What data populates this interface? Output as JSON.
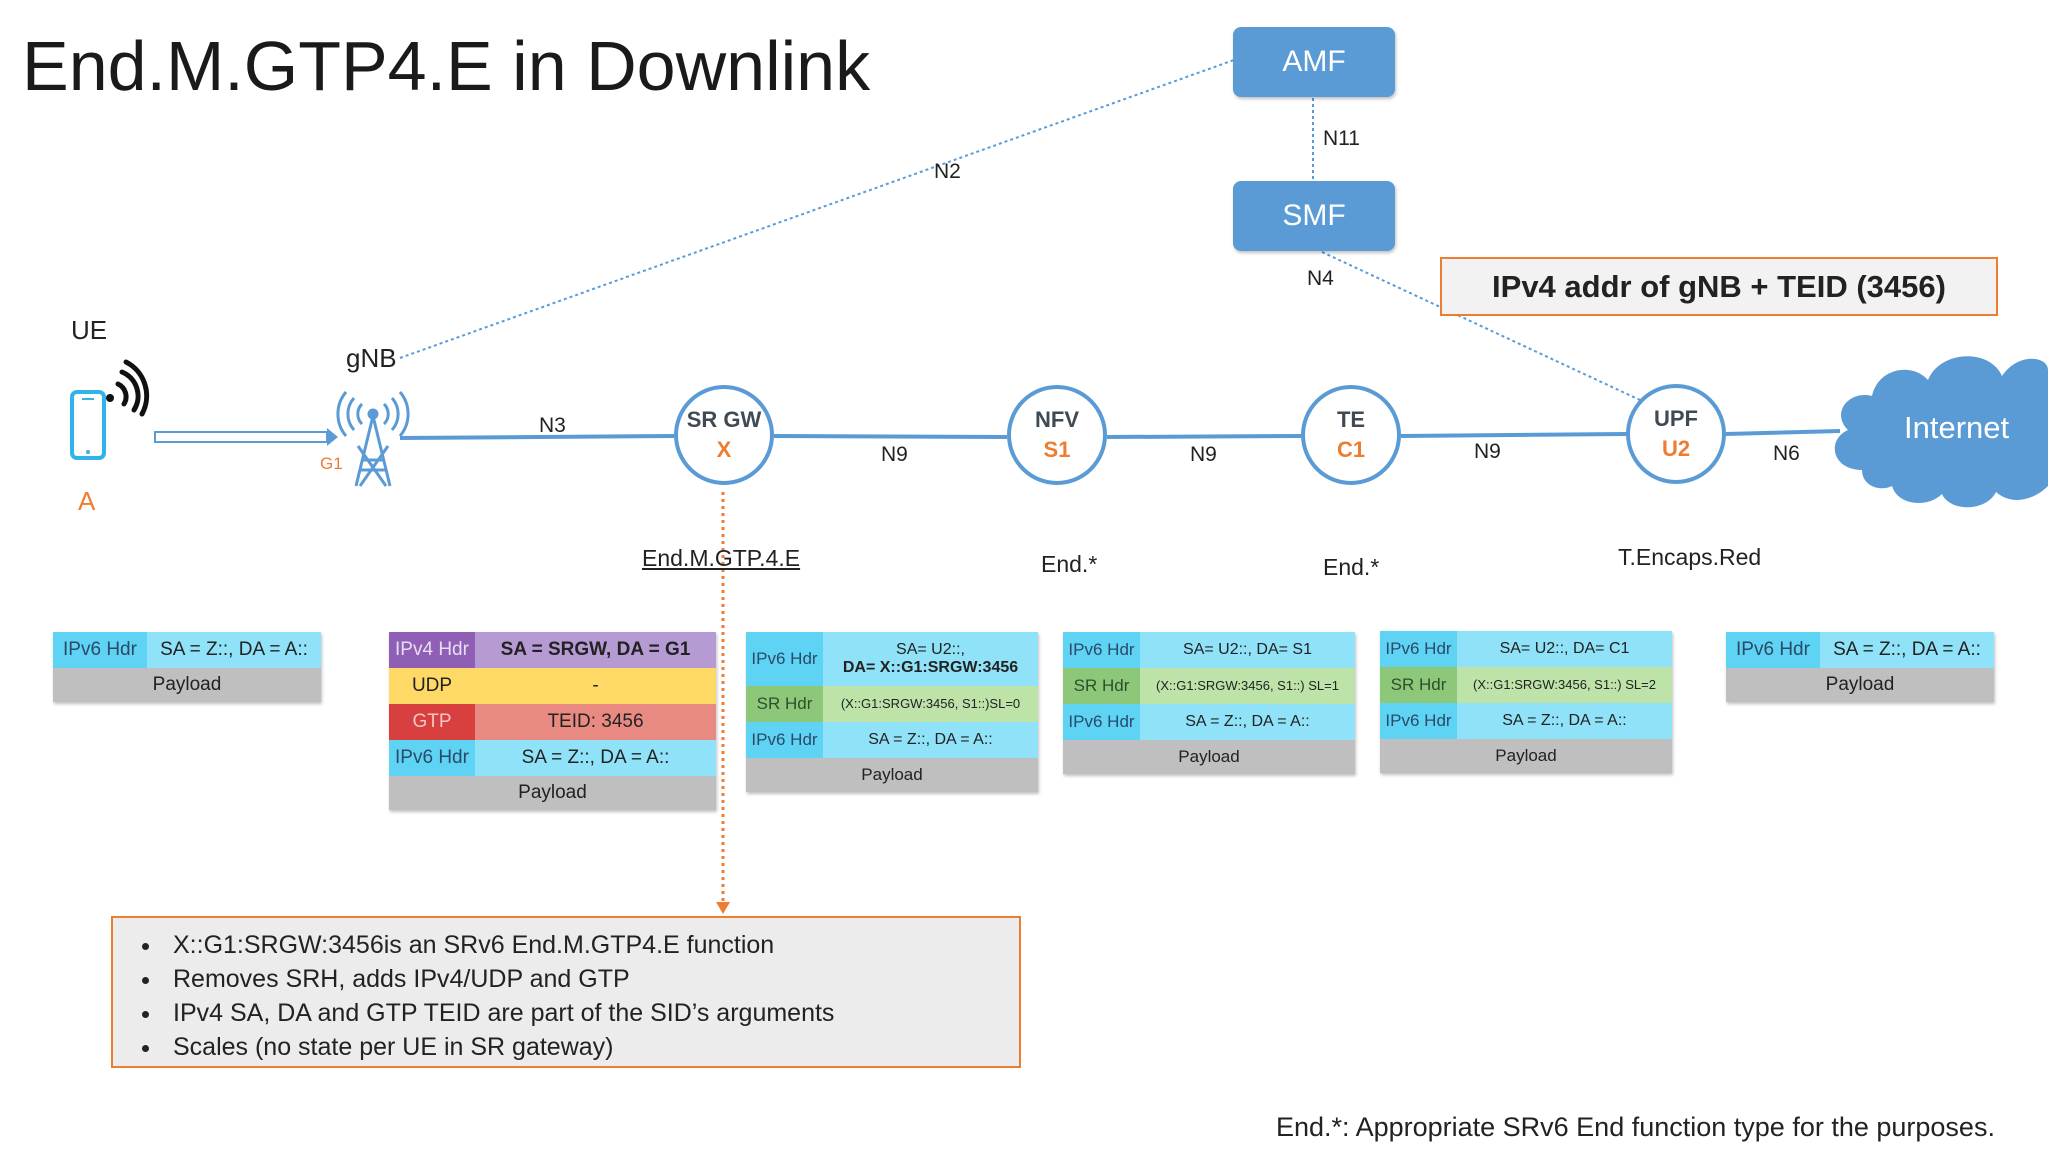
{
  "title": "End.M.GTP4.E in Downlink",
  "control": {
    "amf": "AMF",
    "smf": "SMF"
  },
  "labels": {
    "n2": "N2",
    "n11": "N11",
    "n4": "N4",
    "n3": "N3",
    "n9a": "N9",
    "n9b": "N9",
    "n9c": "N9",
    "n6": "N6"
  },
  "callout": "IPv4 addr of gNB + TEID (3456)",
  "ue": {
    "label": "UE",
    "sid": "A"
  },
  "gnb": {
    "label": "gNB",
    "sid": "G1"
  },
  "internet": "Internet",
  "nodes": {
    "srgw": {
      "name": "SR GW",
      "sid": "X",
      "function": "End.M.GTP.4.E"
    },
    "nfv": {
      "name": "NFV",
      "sid": "S1",
      "function": "End.*"
    },
    "te": {
      "name": "TE",
      "sid": "C1",
      "function": "End.*"
    },
    "upf": {
      "name": "UPF",
      "sid": "U2",
      "function": "T.Encaps.Red"
    }
  },
  "packets": {
    "p1": {
      "rows": [
        {
          "h": "IPv6 Hdr",
          "v": "SA = Z::, DA = A::"
        }
      ],
      "payload": "Payload"
    },
    "p2": {
      "rows": [
        {
          "h": "IPv4 Hdr",
          "v": "SA = SRGW, DA = G1"
        },
        {
          "h": "UDP",
          "v": "-"
        },
        {
          "h": "GTP",
          "v": "TEID: 3456"
        },
        {
          "h": "IPv6 Hdr",
          "v": "SA = Z::, DA = A::"
        }
      ],
      "payload": "Payload"
    },
    "p3": {
      "rows": [
        {
          "h": "IPv6 Hdr",
          "v1": "SA= U2::,",
          "v2": "DA= X::G1:SRGW:3456"
        },
        {
          "h": "SR Hdr",
          "v": "(X::G1:SRGW:3456, S1::)SL=0"
        },
        {
          "h": "IPv6 Hdr",
          "v": "SA = Z::, DA = A::"
        }
      ],
      "payload": "Payload"
    },
    "p4": {
      "rows": [
        {
          "h": "IPv6 Hdr",
          "v": "SA= U2::, DA= S1"
        },
        {
          "h": "SR Hdr",
          "v": "(X::G1:SRGW:3456, S1::) SL=1"
        },
        {
          "h": "IPv6 Hdr",
          "v": "SA = Z::, DA = A::"
        }
      ],
      "payload": "Payload"
    },
    "p5": {
      "rows": [
        {
          "h": "IPv6 Hdr",
          "v": "SA= U2::, DA= C1"
        },
        {
          "h": "SR Hdr",
          "v": "(X::G1:SRGW:3456, S1::) SL=2"
        },
        {
          "h": "IPv6 Hdr",
          "v": "SA = Z::, DA = A::"
        }
      ],
      "payload": "Payload"
    },
    "p6": {
      "rows": [
        {
          "h": "IPv6 Hdr",
          "v": "SA = Z::, DA = A::"
        }
      ],
      "payload": "Payload"
    }
  },
  "notes": [
    "X::G1:SRGW:3456is an SRv6 End.M.GTP4.E function",
    "Removes SRH, adds IPv4/UDP and GTP",
    "IPv4 SA, DA and GTP TEID are part of the SID’s arguments",
    "Scales (no state per UE in SR gateway)"
  ],
  "footnote": "End.*: Appropriate SRv6 End function type for the purposes.",
  "colors": {
    "accent_blue": "#5b9bd5",
    "orange": "#ed7d31",
    "ipv6_hdr": "#5fd3f3",
    "ipv6_val": "#8fe2f8",
    "sr_hdr": "#8cc77a",
    "sr_val": "#bde3a8",
    "ipv4_hdr": "#8e5fb5",
    "ipv4_val": "#b69ad4",
    "udp": "#ffd966",
    "gtp_hdr": "#d84040",
    "gtp_val": "#e88a82",
    "payload": "#bfbfbf"
  }
}
